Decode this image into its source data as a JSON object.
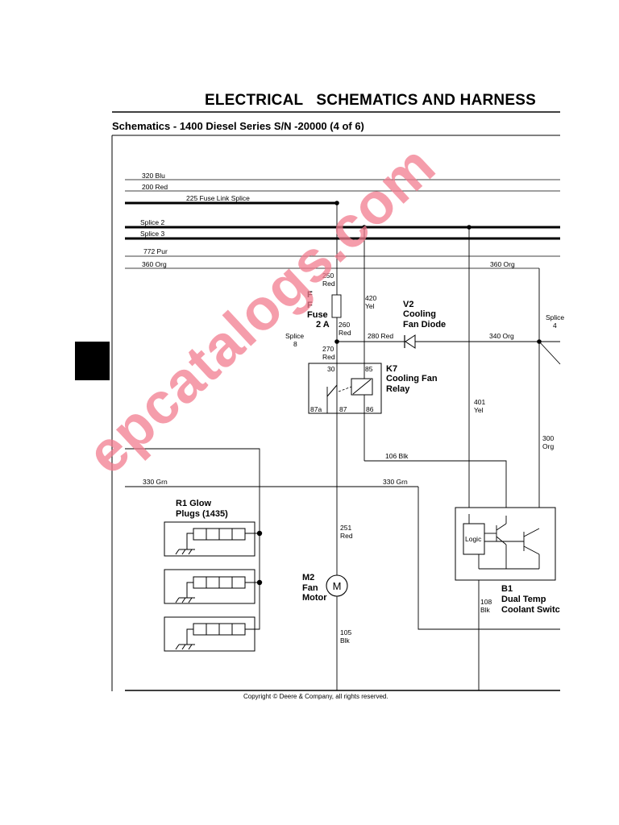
{
  "header": {
    "title": "ELECTRICAL   SCHEMATICS AND HARNESS",
    "subtitle": "Schematics - 1400 Diesel Series S/N -20000 (4 of 6)"
  },
  "footer": {
    "copyright": "Copyright © Deere & Company, all rights reserved."
  },
  "watermark": "epcatalogs.com",
  "bus_labels": {
    "w320": "320 Blu",
    "w200": "200 Red",
    "w225": "225 Fuse Link Splice",
    "splice2": "Splice 2",
    "splice3": "Splice 3",
    "w772": "772 Pur",
    "w360": "360 Org",
    "w360b": "360 Org"
  },
  "wire_labels": {
    "w250": [
      "250",
      "Red"
    ],
    "w420": [
      "420",
      "Yel"
    ],
    "w260": [
      "260",
      "Red"
    ],
    "w270": [
      "270",
      "Red"
    ],
    "w280": "280 Red",
    "w340": "340 Org",
    "w401": [
      "401",
      "Yel"
    ],
    "w300": [
      "300",
      "Org"
    ],
    "w106": "106 Blk",
    "w330a": "330 Grn",
    "w330b": "330 Grn",
    "w251": [
      "251",
      "Red"
    ],
    "w105": [
      "105",
      "Blk"
    ],
    "w108": [
      "108",
      "Blk"
    ],
    "splice8": [
      "Splice",
      "8"
    ],
    "splice4": [
      "Splice",
      "4"
    ]
  },
  "components": {
    "fuse": [
      "F",
      "F",
      "Fuse",
      "2 A"
    ],
    "v2": [
      "V2",
      "Cooling",
      "Fan Diode"
    ],
    "k7": [
      "K7",
      "Cooling Fan",
      "Relay"
    ],
    "k7_pins": {
      "p30": "30",
      "p85": "85",
      "p87a": "87a",
      "p87": "87",
      "p86": "86"
    },
    "r1": [
      "R1 Glow",
      "Plugs (1435)"
    ],
    "m2": [
      "M2",
      "Fan",
      "Motor"
    ],
    "motor_symbol": "M",
    "b1": [
      "B1",
      "Dual Temp",
      "Coolant Switc"
    ],
    "logic": "Logic"
  }
}
